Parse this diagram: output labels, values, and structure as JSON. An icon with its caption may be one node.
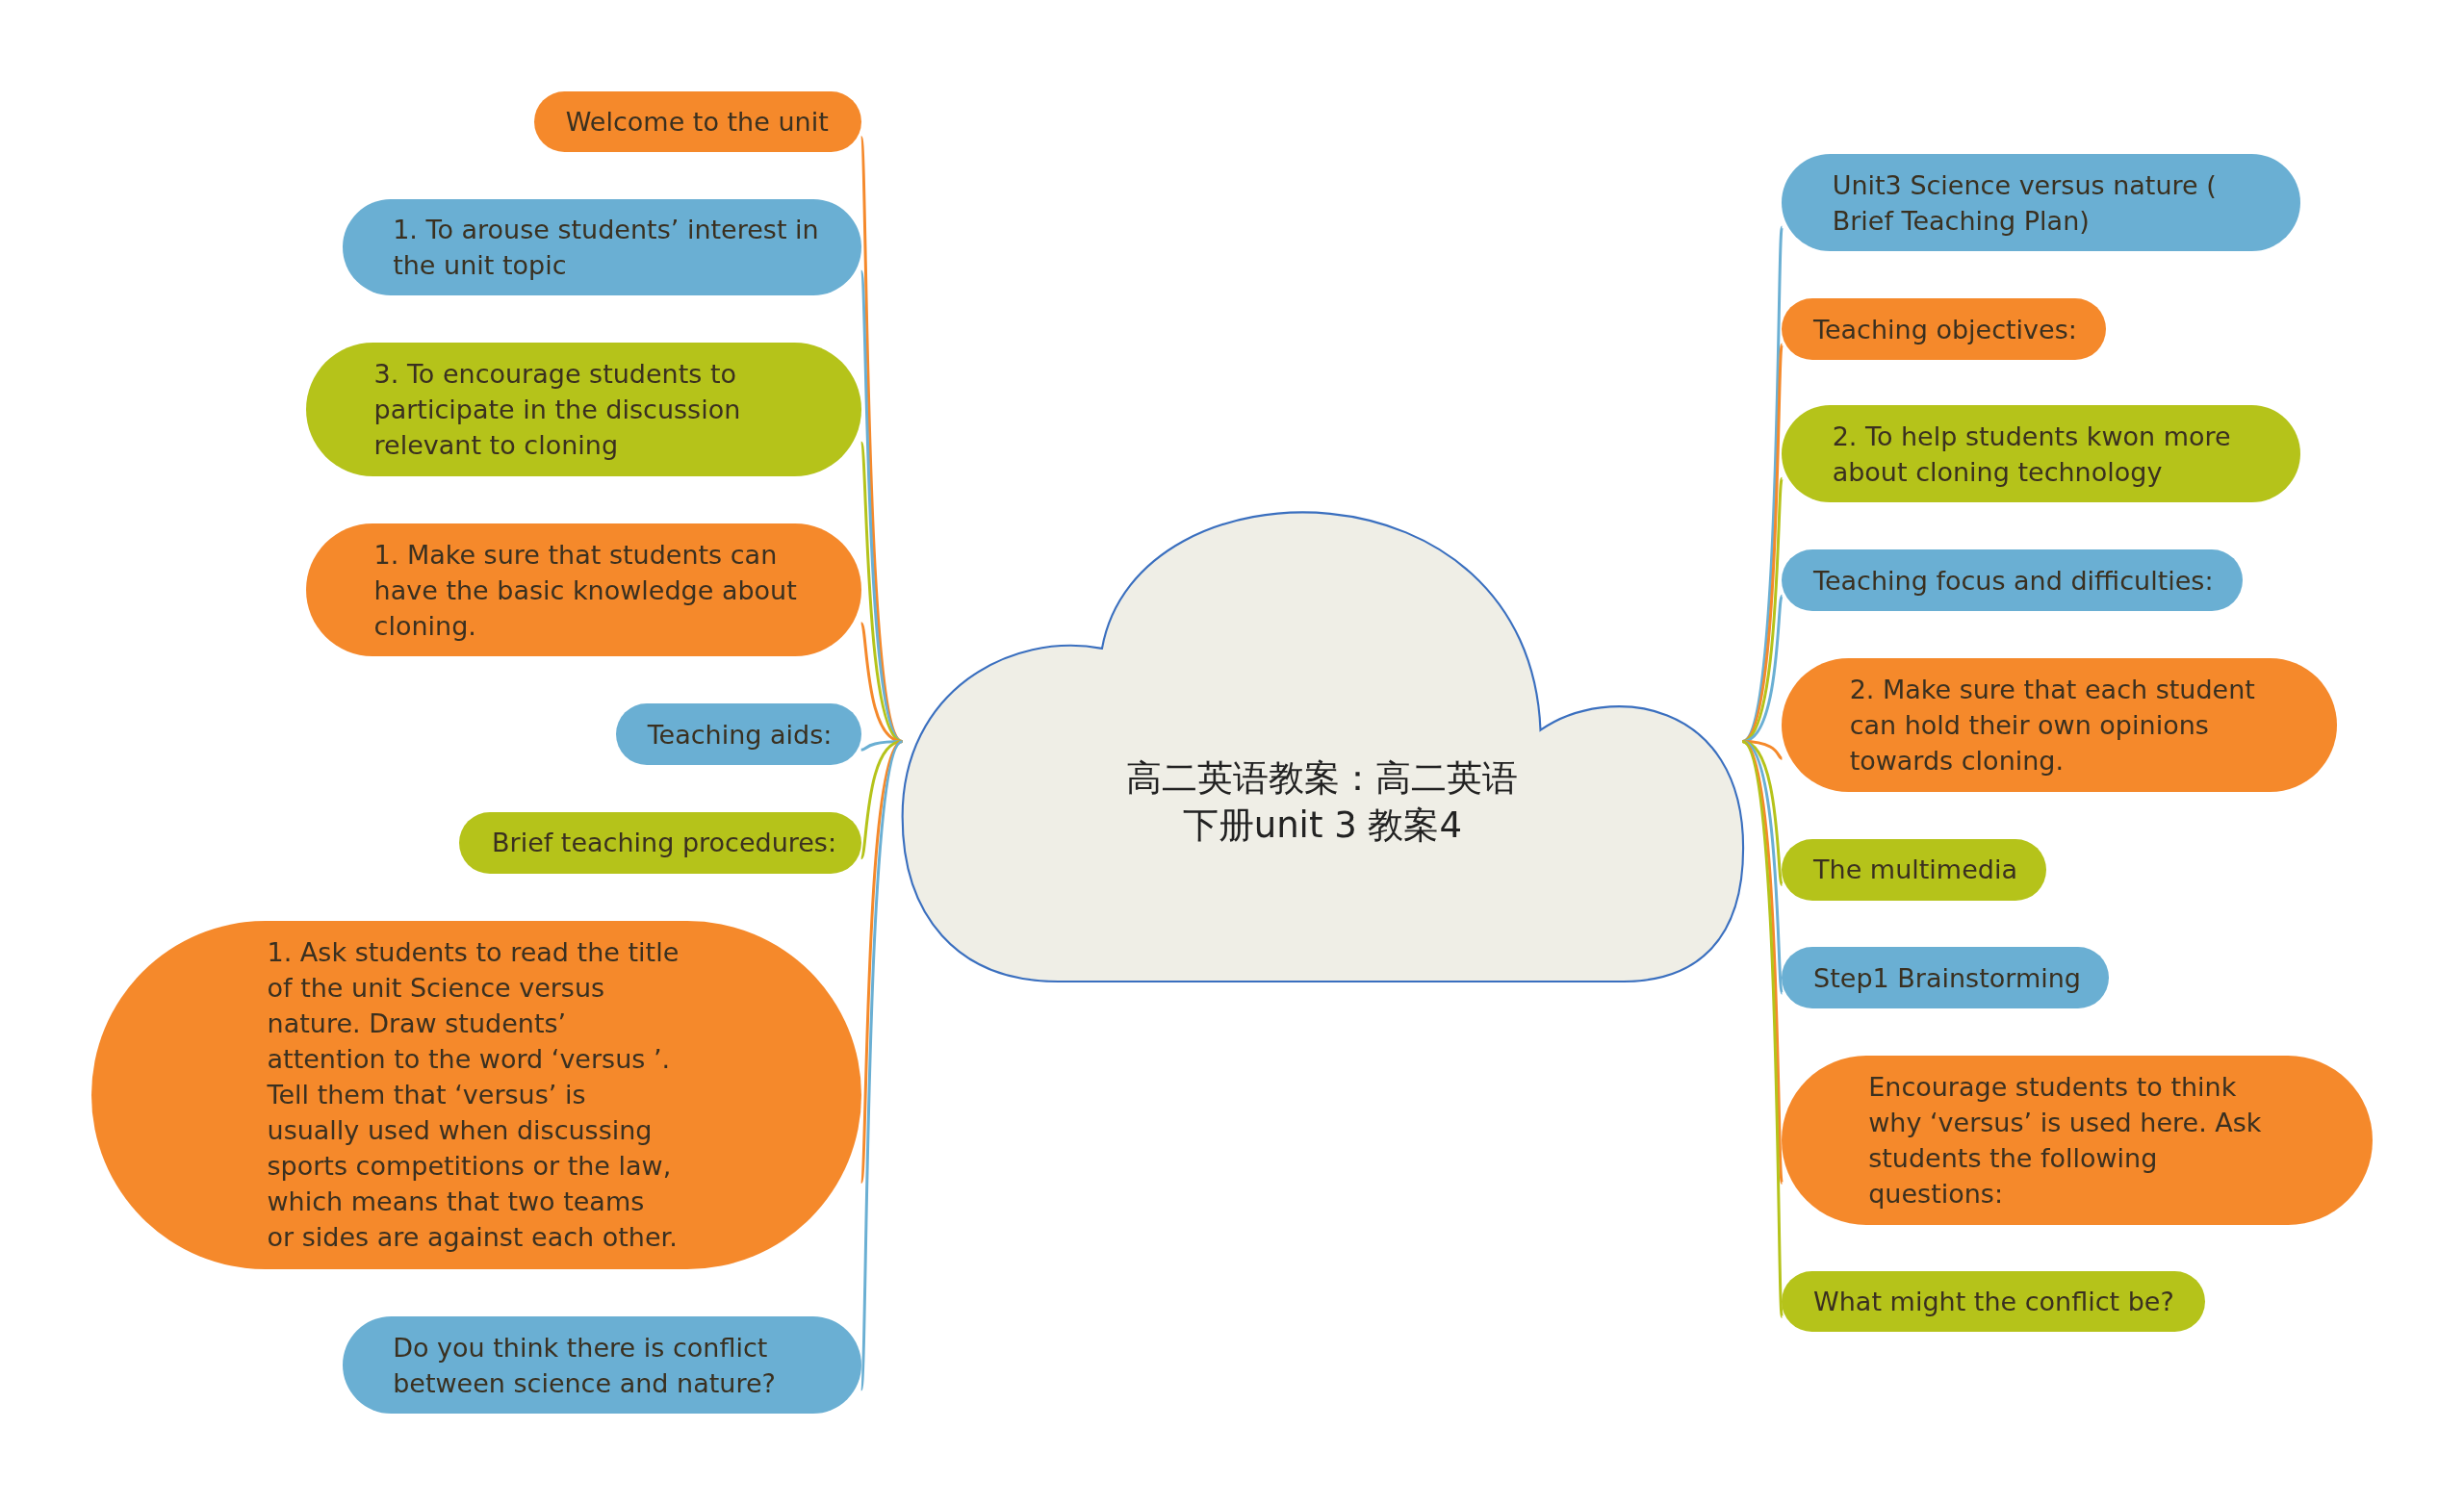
{
  "diagram": {
    "nodes": [
      {
        "text": [
          "高二英语教案：高二英语下册unit 3 教案4"
        ]
      },
      {
        "text": [
          "Welcome to the unit"
        ]
      },
      {
        "text": [
          "1. To arouse students’ interest in the unit topic"
        ]
      },
      {
        "text": [
          "3. To encourage students to participate in the discussion relevant to cloning"
        ]
      },
      {
        "text": [
          "1. Make sure that students can have the basic knowledge about cloning."
        ]
      },
      {
        "text": [
          "Teaching aids:"
        ]
      },
      {
        "text": [
          "Brief teaching procedures:"
        ]
      },
      {
        "text": [
          "1. Ask students to read the title of the unit Science versus nature. Draw students’ attention to the word ‘versus ’. Tell them that ‘versus’ is usually used when discussing sports competitions or the law, which means that two teams or sides are against each other."
        ]
      },
      {
        "text": [
          "Do you think there is conflict between science and nature?"
        ]
      },
      {
        "text": [
          "Unit3 Science versus nature ( Brief Teaching Plan)"
        ]
      },
      {
        "text": [
          "Teaching objectives:"
        ]
      },
      {
        "text": [
          "2. To help students kwon more about cloning technology"
        ]
      },
      {
        "text": [
          "Teaching focus and difficulties:"
        ]
      },
      {
        "text": [
          "2. Make sure that each student can hold their own opinions towards cloning."
        ]
      },
      {
        "text": [
          "The multimedia"
        ]
      },
      {
        "text": [
          "Step1 Brainstorming"
        ]
      },
      {
        "text": [
          "Encourage students to think why ‘versus’ is used here. Ask students the following questions:"
        ]
      },
      {
        "text": [
          "What might the conflict be?"
        ]
      }
    ],
    "edges": [
      {
        "from": 0,
        "to": 1,
        "arrow": "none",
        "color": "#f5892b"
      },
      {
        "from": 0,
        "to": 2,
        "arrow": "none",
        "color": "#6aafd3"
      },
      {
        "from": 0,
        "to": 3,
        "arrow": "none",
        "color": "#b5c31a"
      },
      {
        "from": 0,
        "to": 4,
        "arrow": "none",
        "color": "#f5892b"
      },
      {
        "from": 0,
        "to": 5,
        "arrow": "none",
        "color": "#6aafd3"
      },
      {
        "from": 0,
        "to": 6,
        "arrow": "none",
        "color": "#b5c31a"
      },
      {
        "from": 0,
        "to": 7,
        "arrow": "none",
        "color": "#f5892b"
      },
      {
        "from": 0,
        "to": 8,
        "arrow": "none",
        "color": "#6aafd3"
      },
      {
        "from": 0,
        "to": 9,
        "arrow": "none",
        "color": "#6aafd3"
      },
      {
        "from": 0,
        "to": 10,
        "arrow": "none",
        "color": "#f5892b"
      },
      {
        "from": 0,
        "to": 11,
        "arrow": "none",
        "color": "#b5c31a"
      },
      {
        "from": 0,
        "to": 12,
        "arrow": "none",
        "color": "#6aafd3"
      },
      {
        "from": 0,
        "to": 13,
        "arrow": "none",
        "color": "#f5892b"
      },
      {
        "from": 0,
        "to": 14,
        "arrow": "none",
        "color": "#b5c31a"
      },
      {
        "from": 0,
        "to": 15,
        "arrow": "none",
        "color": "#6aafd3"
      },
      {
        "from": 0,
        "to": 16,
        "arrow": "none",
        "color": "#f5892b"
      },
      {
        "from": 0,
        "to": 17,
        "arrow": "none",
        "color": "#b5c31a"
      }
    ]
  }
}
